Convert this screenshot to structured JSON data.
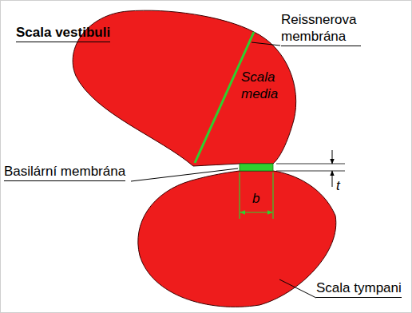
{
  "diagram": {
    "labels": [
      "Scala vestibuli",
      "Reissnerova membrána",
      "Scala media",
      "Basilární membrána",
      "t",
      "b",
      "Scala tympani"
    ]
  }
}
